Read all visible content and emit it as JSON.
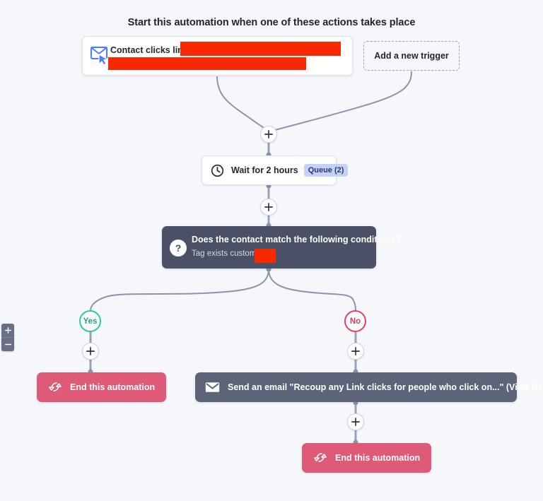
{
  "header": {
    "title": "Start this automation when one of these actions takes place"
  },
  "trigger": {
    "label": "Contact clicks link",
    "icon": "envelope-cursor-icon",
    "redacted": [
      "redacted-url-line-1",
      "redacted-url-line-2"
    ]
  },
  "add_trigger": {
    "label": "Add a new trigger"
  },
  "wait": {
    "icon": "clock-icon",
    "label": "Wait for 2 hours",
    "badge": "Queue (2)"
  },
  "condition": {
    "icon": "question-mark-icon",
    "title": "Does the contact match the following conditions?",
    "subtitle": "Tag exists customer:",
    "redacted": [
      "redacted-tag-value"
    ]
  },
  "branches": {
    "yes": "Yes",
    "no": "No"
  },
  "end_yes": {
    "icon": "end-automation-icon",
    "label": "End this automation"
  },
  "email": {
    "icon": "envelope-icon",
    "label": "Send an email \"Recoup any Link clicks for people who click on...\" (View Reports)"
  },
  "end_no": {
    "icon": "end-automation-icon",
    "label": "End this automation"
  },
  "plus_nodes": {
    "label": "+"
  },
  "zoom_controls": {
    "zoom_in": "+",
    "zoom_out": "−"
  },
  "colors": {
    "canvas_background": "#f5f7fb",
    "connector": "#8d93ad",
    "condition_node": "#4a5066",
    "email_node": "#5b6478",
    "end_node": "#df5a79",
    "yes_badge": "#2ecb9b",
    "no_badge": "#ef3e66",
    "queue_badge": "#c3d1fb",
    "redaction": "#fa2800"
  }
}
